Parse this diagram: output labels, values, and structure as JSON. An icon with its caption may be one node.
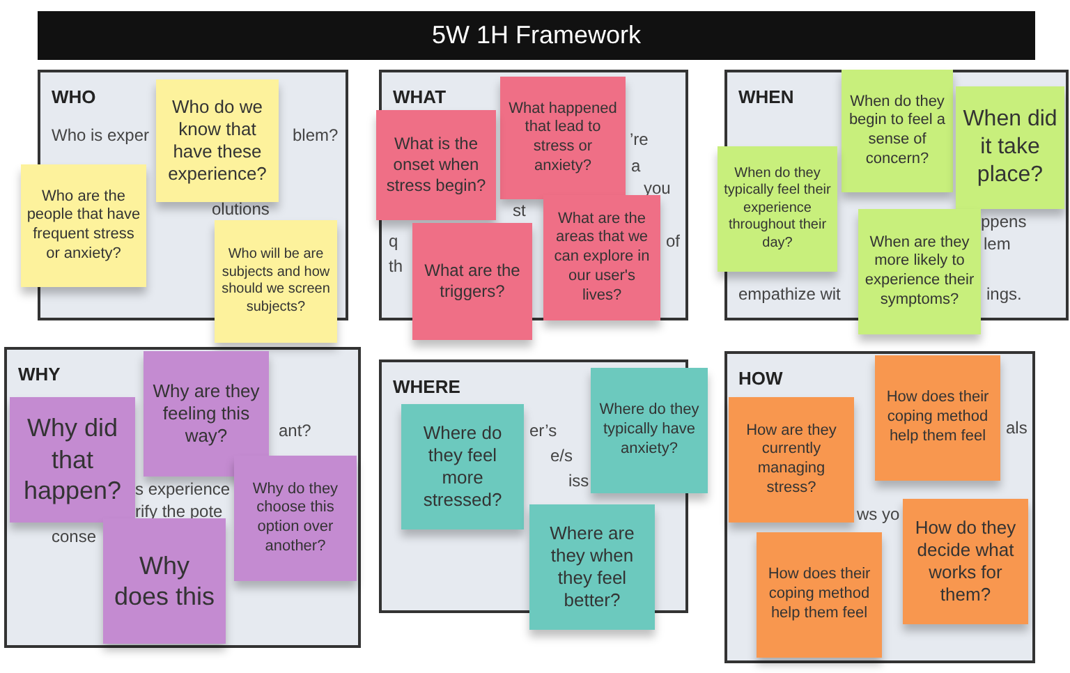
{
  "diagram": {
    "title": "5W 1H Framework",
    "nodes": [
      {
        "text": [
          "WHO",
          "Who is exper",
          "blem?",
          "olutions"
        ]
      },
      {
        "text": [
          "Who do we know that have these experience?"
        ],
        "in": 0
      },
      {
        "text": [
          "Who are the people that have frequent stress or anxiety?"
        ],
        "in": 0
      },
      {
        "text": [
          "Who will be are subjects and how should we screen subjects?"
        ],
        "in": 0
      },
      {
        "text": [
          "WHAT",
          "’re",
          "a",
          "you",
          "st",
          "q",
          "of",
          "th"
        ]
      },
      {
        "text": [
          "What happened that lead to stress or anxiety?"
        ],
        "in": 4
      },
      {
        "text": [
          "What is the onset when stress begin?"
        ],
        "in": 4
      },
      {
        "text": [
          "What are the areas that we can explore in our user's lives?"
        ],
        "in": 4
      },
      {
        "text": [
          "What are the triggers?"
        ],
        "in": 4
      },
      {
        "text": [
          "WHEN",
          "ppens",
          "lem",
          "empathize wit",
          "ings."
        ]
      },
      {
        "text": [
          "When do they begin to feel a sense of concern?"
        ],
        "in": 9
      },
      {
        "text": [
          "When did it take place?"
        ],
        "in": 9
      },
      {
        "text": [
          "When do they typically feel their experience throughout their day?"
        ],
        "in": 9
      },
      {
        "text": [
          "When are they more likely to experience their symptoms?"
        ],
        "in": 9
      },
      {
        "text": [
          "WHY",
          "ant?",
          "s experience",
          "rify the pote",
          "conse"
        ]
      },
      {
        "text": [
          "Why are they feeling this way?"
        ],
        "in": 14
      },
      {
        "text": [
          "Why did that happen?"
        ],
        "in": 14
      },
      {
        "text": [
          "Why do they choose this option over another?"
        ],
        "in": 14
      },
      {
        "text": [
          "Why does this"
        ],
        "in": 14
      },
      {
        "text": [
          "WHERE",
          "er’s",
          "e/s",
          "iss"
        ]
      },
      {
        "text": [
          "Where do they typically have anxiety?"
        ],
        "in": 19
      },
      {
        "text": [
          "Where do they feel more stressed?"
        ],
        "in": 19
      },
      {
        "text": [
          "Where are they when they feel better?"
        ],
        "in": 19
      },
      {
        "text": [
          "HOW",
          "als",
          "ws yo"
        ]
      },
      {
        "text": [
          "How does their coping method help them feel"
        ],
        "in": 23
      },
      {
        "text": [
          "How are they currently managing stress?"
        ],
        "in": 23
      },
      {
        "text": [
          "How do they decide what works for them?"
        ],
        "in": 23
      },
      {
        "text": [
          "How does their coping method help them feel"
        ],
        "in": 23
      }
    ],
    "edges": []
  }
}
